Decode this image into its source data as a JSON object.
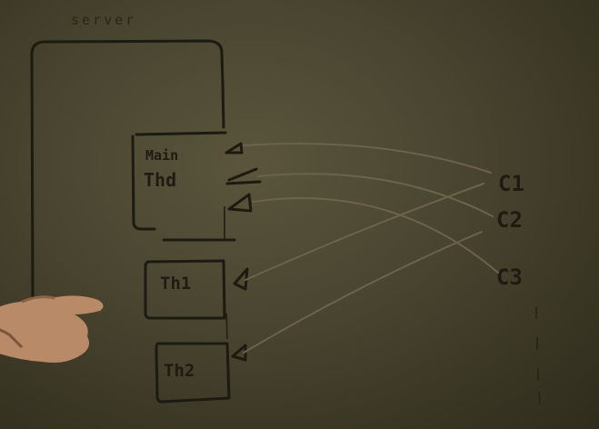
{
  "server": {
    "label": "server"
  },
  "threads": {
    "main_line1": "Main",
    "main_line2": "Thd",
    "th1": "Th1",
    "th2": "Th2"
  },
  "clients": [
    {
      "label": "C1"
    },
    {
      "label": "C2"
    },
    {
      "label": "C3"
    }
  ],
  "colors": {
    "board": "#4a4631",
    "ink": "#1d1a12",
    "connector": "#6b634a",
    "skin": "#b98a67"
  }
}
